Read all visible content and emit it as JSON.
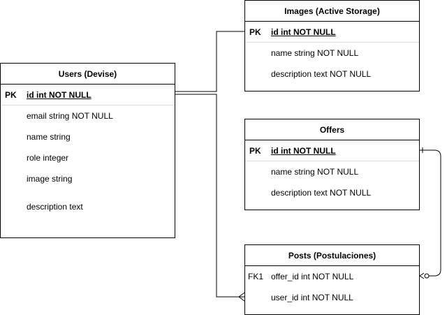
{
  "entities": {
    "users": {
      "title": "Users (Devise)",
      "pk_label": "PK",
      "pk_field": "id int NOT NULL",
      "fields": [
        "email string NOT NULL",
        "name string",
        "role integer",
        "image string",
        "description text"
      ]
    },
    "images": {
      "title": "Images (Active Storage)",
      "pk_label": "PK",
      "pk_field": "id int NOT NULL",
      "fields": [
        "name string NOT NULL",
        "description text NOT NULL"
      ]
    },
    "offers": {
      "title": "Offers",
      "pk_label": "PK",
      "pk_field": "id int NOT NULL",
      "fields": [
        "name string NOT NULL",
        "description text NOT NULL"
      ]
    },
    "posts": {
      "title": "Posts (Postulaciones)",
      "fk_label": "FK1",
      "fields": [
        "offer_id int NOT NULL",
        "user_id int NOT NULL"
      ]
    }
  },
  "relationships": [
    {
      "from": "users",
      "to": "images",
      "type": "one-to-one"
    },
    {
      "from": "users",
      "to": "posts",
      "type": "one-to-many"
    },
    {
      "from": "offers",
      "to": "posts",
      "type": "one-to-zero-or-many"
    }
  ]
}
